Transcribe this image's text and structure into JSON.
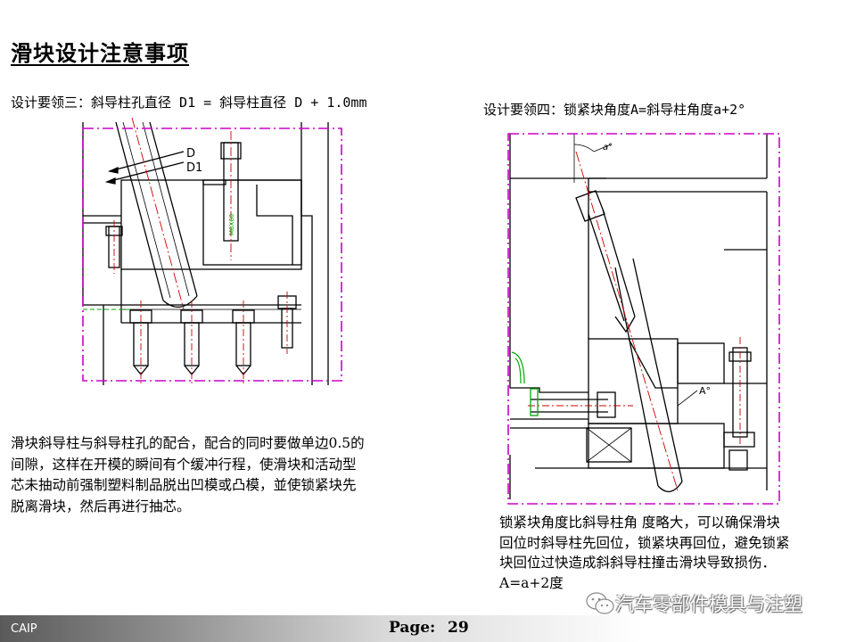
{
  "title": "滑块设计注意事项",
  "caption_left": "设计要领三：斜导柱孔直径 D1 = 斜导柱直径 D + 1.0mm",
  "caption_right": "设计要领四：锁紧块角度A=斜导柱角度a+2°",
  "figure_left_labels": {
    "d": "D",
    "d1": "D1",
    "part_text": "M8X60"
  },
  "figure_right_labels": {
    "angle_small": "a°",
    "angle_big": "A°"
  },
  "para_left": [
    "滑块斜导柱与斜导柱孔的配合，配合的同时要做单边0.5的",
    "间隙，这样在开模的瞬间有个缓冲行程，使滑块和活动型",
    "芯未抽动前强制塑料制品脱出凹模或凸模，並使锁紧块先",
    "脱离滑块，然后再进行抽芯。"
  ],
  "para_right": [
    "锁紧块角度比斜导柱角 度略大，可以确保滑块",
    "回位时斜导柱先回位，锁紧块再回位，避免锁紧",
    "块回位过快造成斜斜导柱撞击滑块导致损伤．",
    "A=a+2度"
  ],
  "footer": {
    "org": "CAIP",
    "page_label": "Page:",
    "page_number": "29"
  },
  "watermark": "汽车零部件模具与注塑",
  "colors": {
    "outline": "#cc00cc",
    "drawing": "#000000",
    "centerline": "#cc0000",
    "accent_green": "#00aa00"
  },
  "icons": {
    "watermark": "wechat-icon"
  }
}
